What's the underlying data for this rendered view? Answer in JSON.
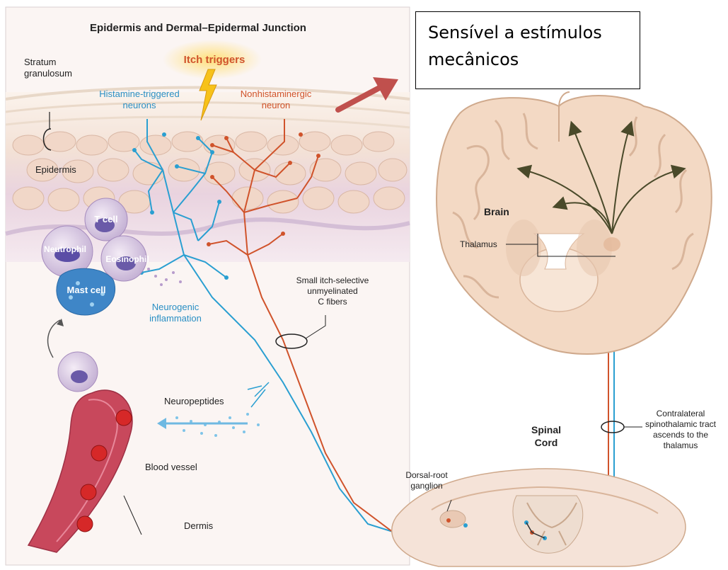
{
  "panel_title": "Epidermis and Dermal–Epidermal Junction",
  "callout": {
    "line1": "Sensível a estímulos",
    "line2": "mecânicos"
  },
  "skin_labels": {
    "stratum_line1": "Stratum",
    "stratum_line2": "granulosum",
    "itch_triggers": "Itch triggers",
    "histamine_line1": "Histamine-triggered",
    "histamine_line2": "neurons",
    "nonhist_line1": "Nonhistaminergic",
    "nonhist_line2": "neuron",
    "epidermis": "Epidermis",
    "neurogenic_line1": "Neurogenic",
    "neurogenic_line2": "inflammation",
    "neuropeptides": "Neuropeptides",
    "blood_vessel": "Blood vessel",
    "dermis": "Dermis"
  },
  "cells": {
    "t_cell": "T cell",
    "neutrophil": "Neutrophil",
    "eosinophil": "Eosinophil",
    "mast_cell": "Mast cell"
  },
  "fibers": {
    "line1": "Small itch-selective",
    "line2": "unmyelinated",
    "line3": "C fibers"
  },
  "brain_labels": {
    "brain": "Brain",
    "thalamus": "Thalamus"
  },
  "spinal_labels": {
    "drg_line1": "Dorsal-root",
    "drg_line2": "ganglion",
    "spinal_line1": "Spinal",
    "spinal_line2": "Cord",
    "tract_line1": "Contralateral",
    "tract_line2": "spinothalamic tract",
    "tract_line3": "ascends to the",
    "tract_line4": "thalamus"
  },
  "colors": {
    "histamine_neuron": "#2a9fd1",
    "nonhistamine_neuron": "#d0532b",
    "callout_arrow": "#c0504d",
    "label_blue": "#2a8fc4",
    "label_orange": "#d0532b",
    "skin": "#f0ddd2",
    "brain_tissue": "#f3d9c4",
    "blood_vessel": "#c8485c"
  }
}
